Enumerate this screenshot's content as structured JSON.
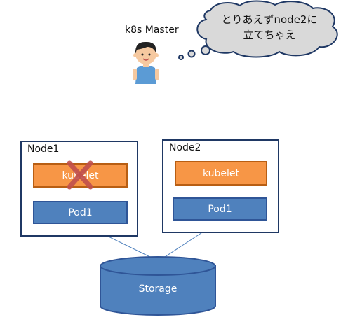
{
  "master": {
    "label": "k8s Master",
    "thought": [
      "とりあえずnode2に",
      "立てちゃえ"
    ]
  },
  "nodes": [
    {
      "label": "Node1",
      "kubelet": "kubelet",
      "pod": "Pod1",
      "kubelet_failed": true
    },
    {
      "label": "Node2",
      "kubelet": "kubelet",
      "pod": "Pod1",
      "kubelet_failed": false
    }
  ],
  "storage": {
    "label": "Storage"
  },
  "colors": {
    "node_border": "#1f3864",
    "kubelet_fill": "#f79646",
    "pod_fill": "#4f81bd",
    "storage_fill": "#4f81bd",
    "cross": "#c0504d",
    "bubble_fill": "#d9d9d9",
    "bubble_border": "#1f3864"
  },
  "icons": {
    "master": "person-icon",
    "failure": "x-mark-icon"
  }
}
